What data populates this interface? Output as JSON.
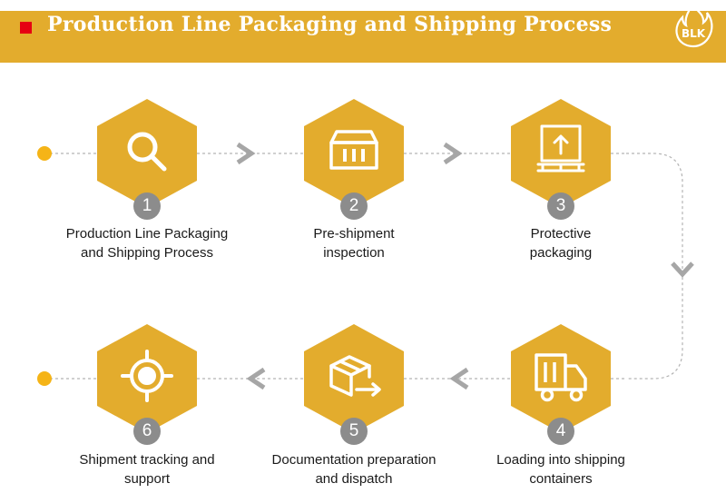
{
  "header": {
    "title": "Production Line Packaging and Shipping Process",
    "logo_text": "BLK"
  },
  "colors": {
    "accent": "#e3ac2d",
    "marker": "#e60012",
    "badge": "#8c8c8c",
    "connector": "#b3b3b3"
  },
  "steps": [
    {
      "number": "1",
      "icon": "magnifier-icon",
      "line1": "Production Line Packaging",
      "line2": "and Shipping Process"
    },
    {
      "number": "2",
      "icon": "crate-icon",
      "line1": "Pre-shipment",
      "line2": "inspection"
    },
    {
      "number": "3",
      "icon": "pallet-box-icon",
      "line1": "Protective",
      "line2": "packaging"
    },
    {
      "number": "4",
      "icon": "truck-icon",
      "line1": "Loading into shipping",
      "line2": "containers"
    },
    {
      "number": "5",
      "icon": "dispatch-box-icon",
      "line1": "Documentation preparation",
      "line2": "and dispatch"
    },
    {
      "number": "6",
      "icon": "target-icon",
      "line1": "Shipment tracking and",
      "line2": "support"
    }
  ]
}
